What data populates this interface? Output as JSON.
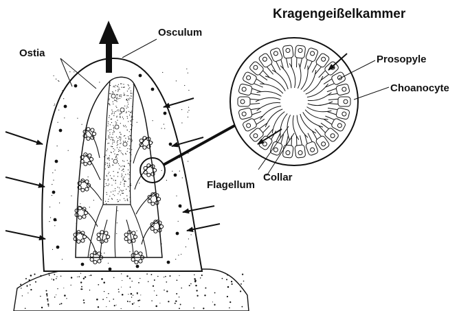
{
  "title": "Kragengeißelkammer",
  "labels": {
    "osculum": "Osculum",
    "ostia": "Ostia",
    "prosopyle": "Prosopyle",
    "choanocyte": "Choanocyte",
    "collar": "Collar",
    "flagellum": "Flagellum"
  },
  "colors": {
    "ink": "#111111",
    "paper": "#ffffff"
  }
}
